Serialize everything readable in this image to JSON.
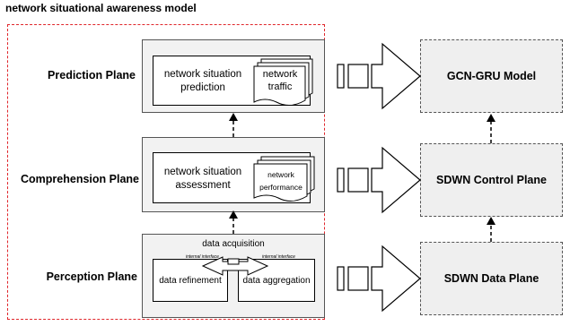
{
  "title": "network situational awareness model",
  "left_labels": {
    "prediction": "Prediction Plane",
    "comprehension": "Comprehension Plane",
    "perception": "Perception Plane"
  },
  "prediction_box": {
    "process": "network situation prediction",
    "document": "network traffic"
  },
  "comprehension_box": {
    "process": "network situation assessment",
    "document": "network performance"
  },
  "perception_box": {
    "header": "data acquisition",
    "left": "data refinement",
    "right": "data aggregation",
    "interface_left": "internal interface",
    "interface_right": "internal interface"
  },
  "right_boxes": {
    "model": "GCN-GRU Model",
    "control": "SDWN Control Plane",
    "data": "SDWN Data Plane"
  }
}
